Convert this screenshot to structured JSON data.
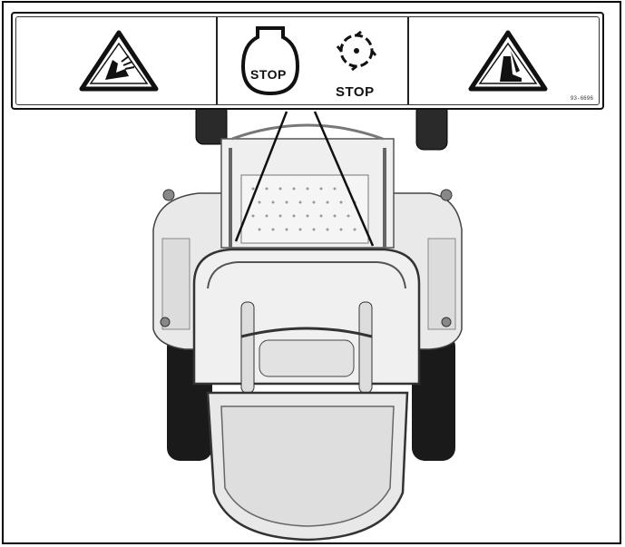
{
  "decal": {
    "engine_stop_label": "STOP",
    "blade_stop_label": "STOP",
    "part_code": "93-6696",
    "icons": {
      "left": "hand-entanglement-warning-icon",
      "engine": "engine-stop-icon",
      "blade": "blade-stop-icon",
      "right": "foot-crush-warning-icon"
    }
  },
  "colors": {
    "line": "#111111",
    "machine_fill": "#e6e6e6",
    "tire": "#1a1a1a"
  }
}
